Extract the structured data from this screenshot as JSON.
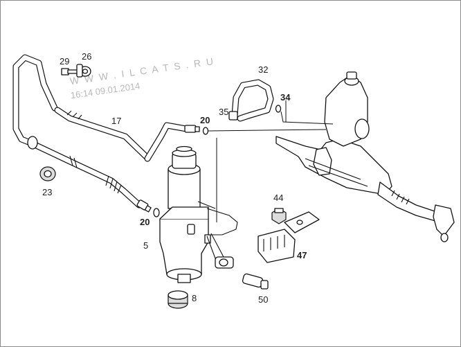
{
  "watermark": {
    "site": "W W W . I L C A T S . R U",
    "stamp": "16:14 09.01.2014"
  },
  "callouts": [
    {
      "id": "29",
      "label": "29"
    },
    {
      "id": "26",
      "label": "26"
    },
    {
      "id": "32",
      "label": "32"
    },
    {
      "id": "34",
      "label": "34"
    },
    {
      "id": "17",
      "label": "17"
    },
    {
      "id": "20a",
      "label": "20"
    },
    {
      "id": "35",
      "label": "35"
    },
    {
      "id": "23",
      "label": "23"
    },
    {
      "id": "20b",
      "label": "20"
    },
    {
      "id": "5",
      "label": "5"
    },
    {
      "id": "44",
      "label": "44"
    },
    {
      "id": "47",
      "label": "47"
    },
    {
      "id": "8",
      "label": "8"
    },
    {
      "id": "50",
      "label": "50"
    }
  ]
}
